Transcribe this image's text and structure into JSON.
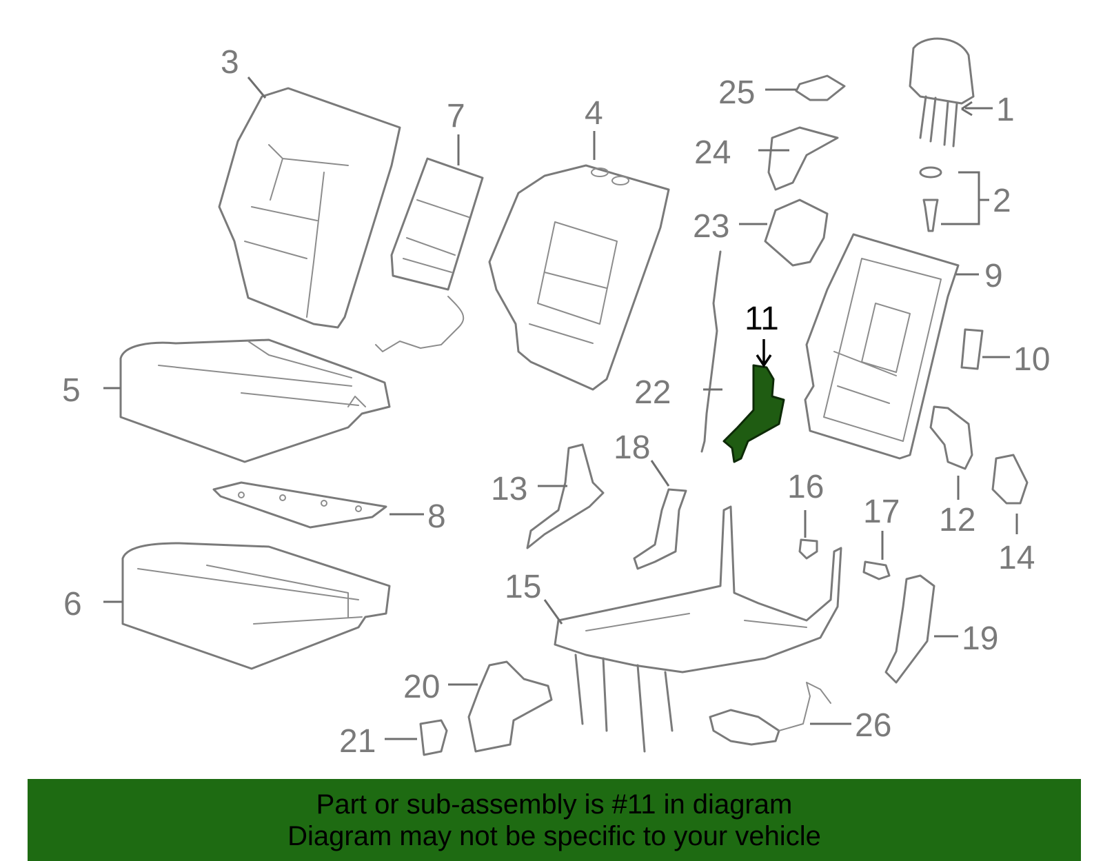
{
  "highlight": {
    "number": "11",
    "color": "#1f5c12"
  },
  "callouts": {
    "c1": "1",
    "c2": "2",
    "c3": "3",
    "c4": "4",
    "c5": "5",
    "c6": "6",
    "c7": "7",
    "c8": "8",
    "c9": "9",
    "c10": "10",
    "c11": "11",
    "c12": "12",
    "c13": "13",
    "c14": "14",
    "c15": "15",
    "c16": "16",
    "c17": "17",
    "c18": "18",
    "c19": "19",
    "c20": "20",
    "c21": "21",
    "c22": "22",
    "c23": "23",
    "c24": "24",
    "c25": "25",
    "c26": "26"
  },
  "banner": {
    "line1": "Part or sub-assembly is #11 in diagram",
    "line2": "Diagram may not be specific to your vehicle",
    "color": "#1e6b12"
  }
}
